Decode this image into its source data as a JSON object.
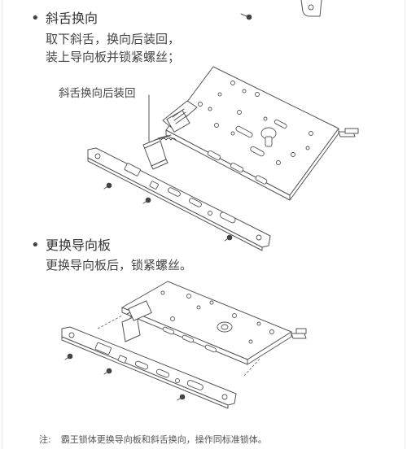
{
  "section1": {
    "bullet": "•",
    "title": "斜舌换向",
    "line1": "取下斜舌，换向后装回，",
    "line2": "装上导向板并锁紧螺丝；",
    "callout": "斜舌换向后装回"
  },
  "section2": {
    "bullet": "•",
    "title": "更换导向板",
    "line1": "更换导向板后，锁紧螺丝。"
  },
  "note": {
    "label": "注:",
    "text": "霸王锁体更换导向板和斜舌换向，操作同标准锁体。"
  },
  "colors": {
    "line": "#555555",
    "text": "#3a3a3a",
    "background": "#ffffff"
  }
}
